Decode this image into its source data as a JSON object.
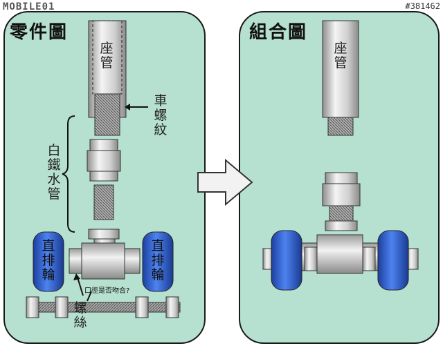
{
  "header": {
    "logo": "MOBILE01",
    "image_id": "#381462"
  },
  "left_panel": {
    "title": "零件圖",
    "seat_tube": [
      "座",
      "管"
    ],
    "thread": [
      "車",
      "螺",
      "紋"
    ],
    "pipe": [
      "白",
      "鐵",
      "水",
      "管"
    ],
    "wheel_left": [
      "直",
      "排",
      "輪"
    ],
    "wheel_right": [
      "直",
      "排",
      "輪"
    ],
    "question": "口徑是否吻合?",
    "screw": [
      "螺",
      "絲"
    ]
  },
  "right_panel": {
    "title": "組合圖",
    "seat_tube": [
      "座",
      "管"
    ]
  },
  "colors": {
    "panel": "#b6e0cf",
    "metal": "#d9d9d9",
    "dark_metal": "#7a7a7a",
    "wheel": "#2a5bd8"
  }
}
